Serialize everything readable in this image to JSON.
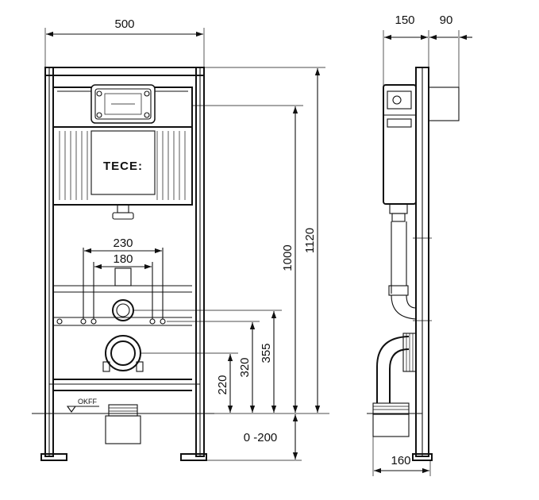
{
  "front_view": {
    "brand": "TECE",
    "width_label": "500",
    "hole_outer_label": "230",
    "hole_inner_label": "180",
    "height_1000_label": "1000",
    "height_1120_label": "1120",
    "height_355_label": "355",
    "height_320_label": "320",
    "height_220_label": "220",
    "adjust_label": "0 -200",
    "floor_label": "OKFF"
  },
  "side_view": {
    "depth_150_label": "150",
    "depth_90_label": "90",
    "bottom_160_label": "160"
  }
}
